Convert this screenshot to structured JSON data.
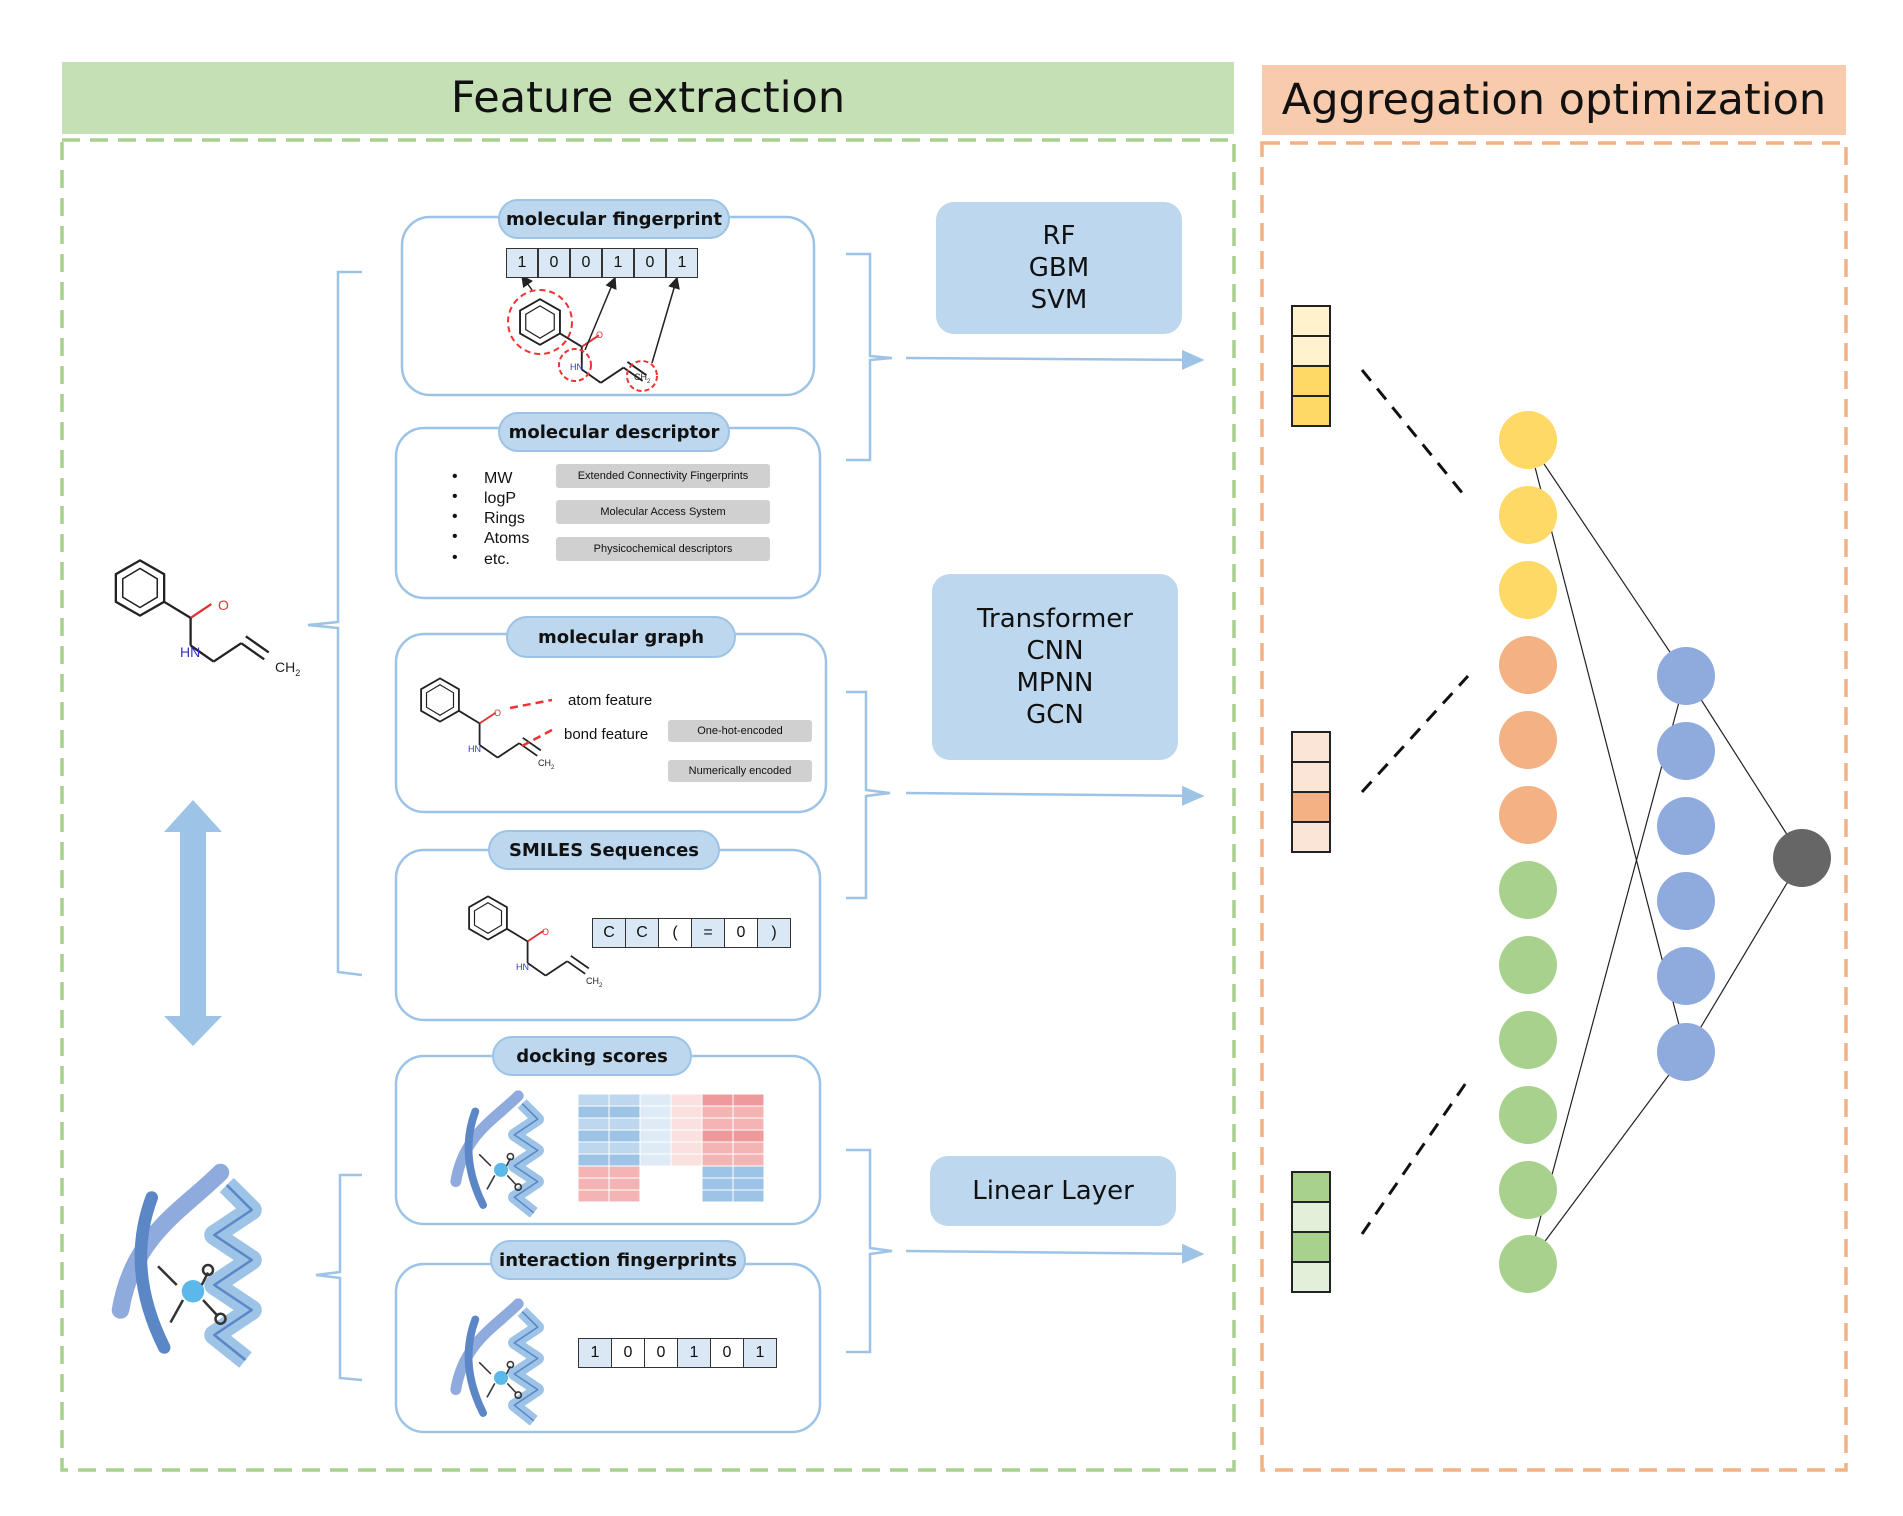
{
  "headers": {
    "feature": "Feature extraction",
    "aggregation": "Aggregation optimization"
  },
  "panels": {
    "fingerprint": "molecular fingerprint",
    "descriptor": "molecular descriptor",
    "graph": "molecular graph",
    "smiles": "SMILES Sequences",
    "docking": "docking scores",
    "interaction": "interaction fingerprints"
  },
  "fingerprint_bits": [
    "1",
    "0",
    "0",
    "1",
    "0",
    "1"
  ],
  "descriptor_bullets": [
    "MW",
    "logP",
    "Rings",
    "Atoms",
    "etc."
  ],
  "descriptor_tags": [
    "Extended Connectivity Fingerprints",
    "Molecular Access System",
    "Physicochemical descriptors"
  ],
  "graph_labels": {
    "atom": "atom feature",
    "bond": "bond feature",
    "onehot": "One-hot-encoded",
    "numeric": "Numerically encoded"
  },
  "smiles_tokens": [
    "C",
    "C",
    "(",
    "=",
    "0",
    ")"
  ],
  "interaction_bits": [
    "1",
    "0",
    "0",
    "1",
    "0",
    "1"
  ],
  "molecule_labels": {
    "o": "O",
    "hn": "HN",
    "ch2": "CH",
    "sub2": "2"
  },
  "models": {
    "group1": [
      "RF",
      "GBM",
      "SVM"
    ],
    "group2": [
      "Transformer",
      "CNN",
      "MPNN",
      "GCN"
    ],
    "group3": [
      "Linear Layer"
    ]
  },
  "colors": {
    "panel_border": "#9dc3e6",
    "pill_fill": "#bdd7ee",
    "feature_dash": "#a9d18e",
    "agg_dash": "#f4b183",
    "node_yellow": "#ffd966",
    "node_orange": "#f4b183",
    "node_green": "#a9d18e",
    "node_blue": "#8faadc",
    "node_output": "#666666",
    "arrow_blue": "#9dc3e6"
  }
}
